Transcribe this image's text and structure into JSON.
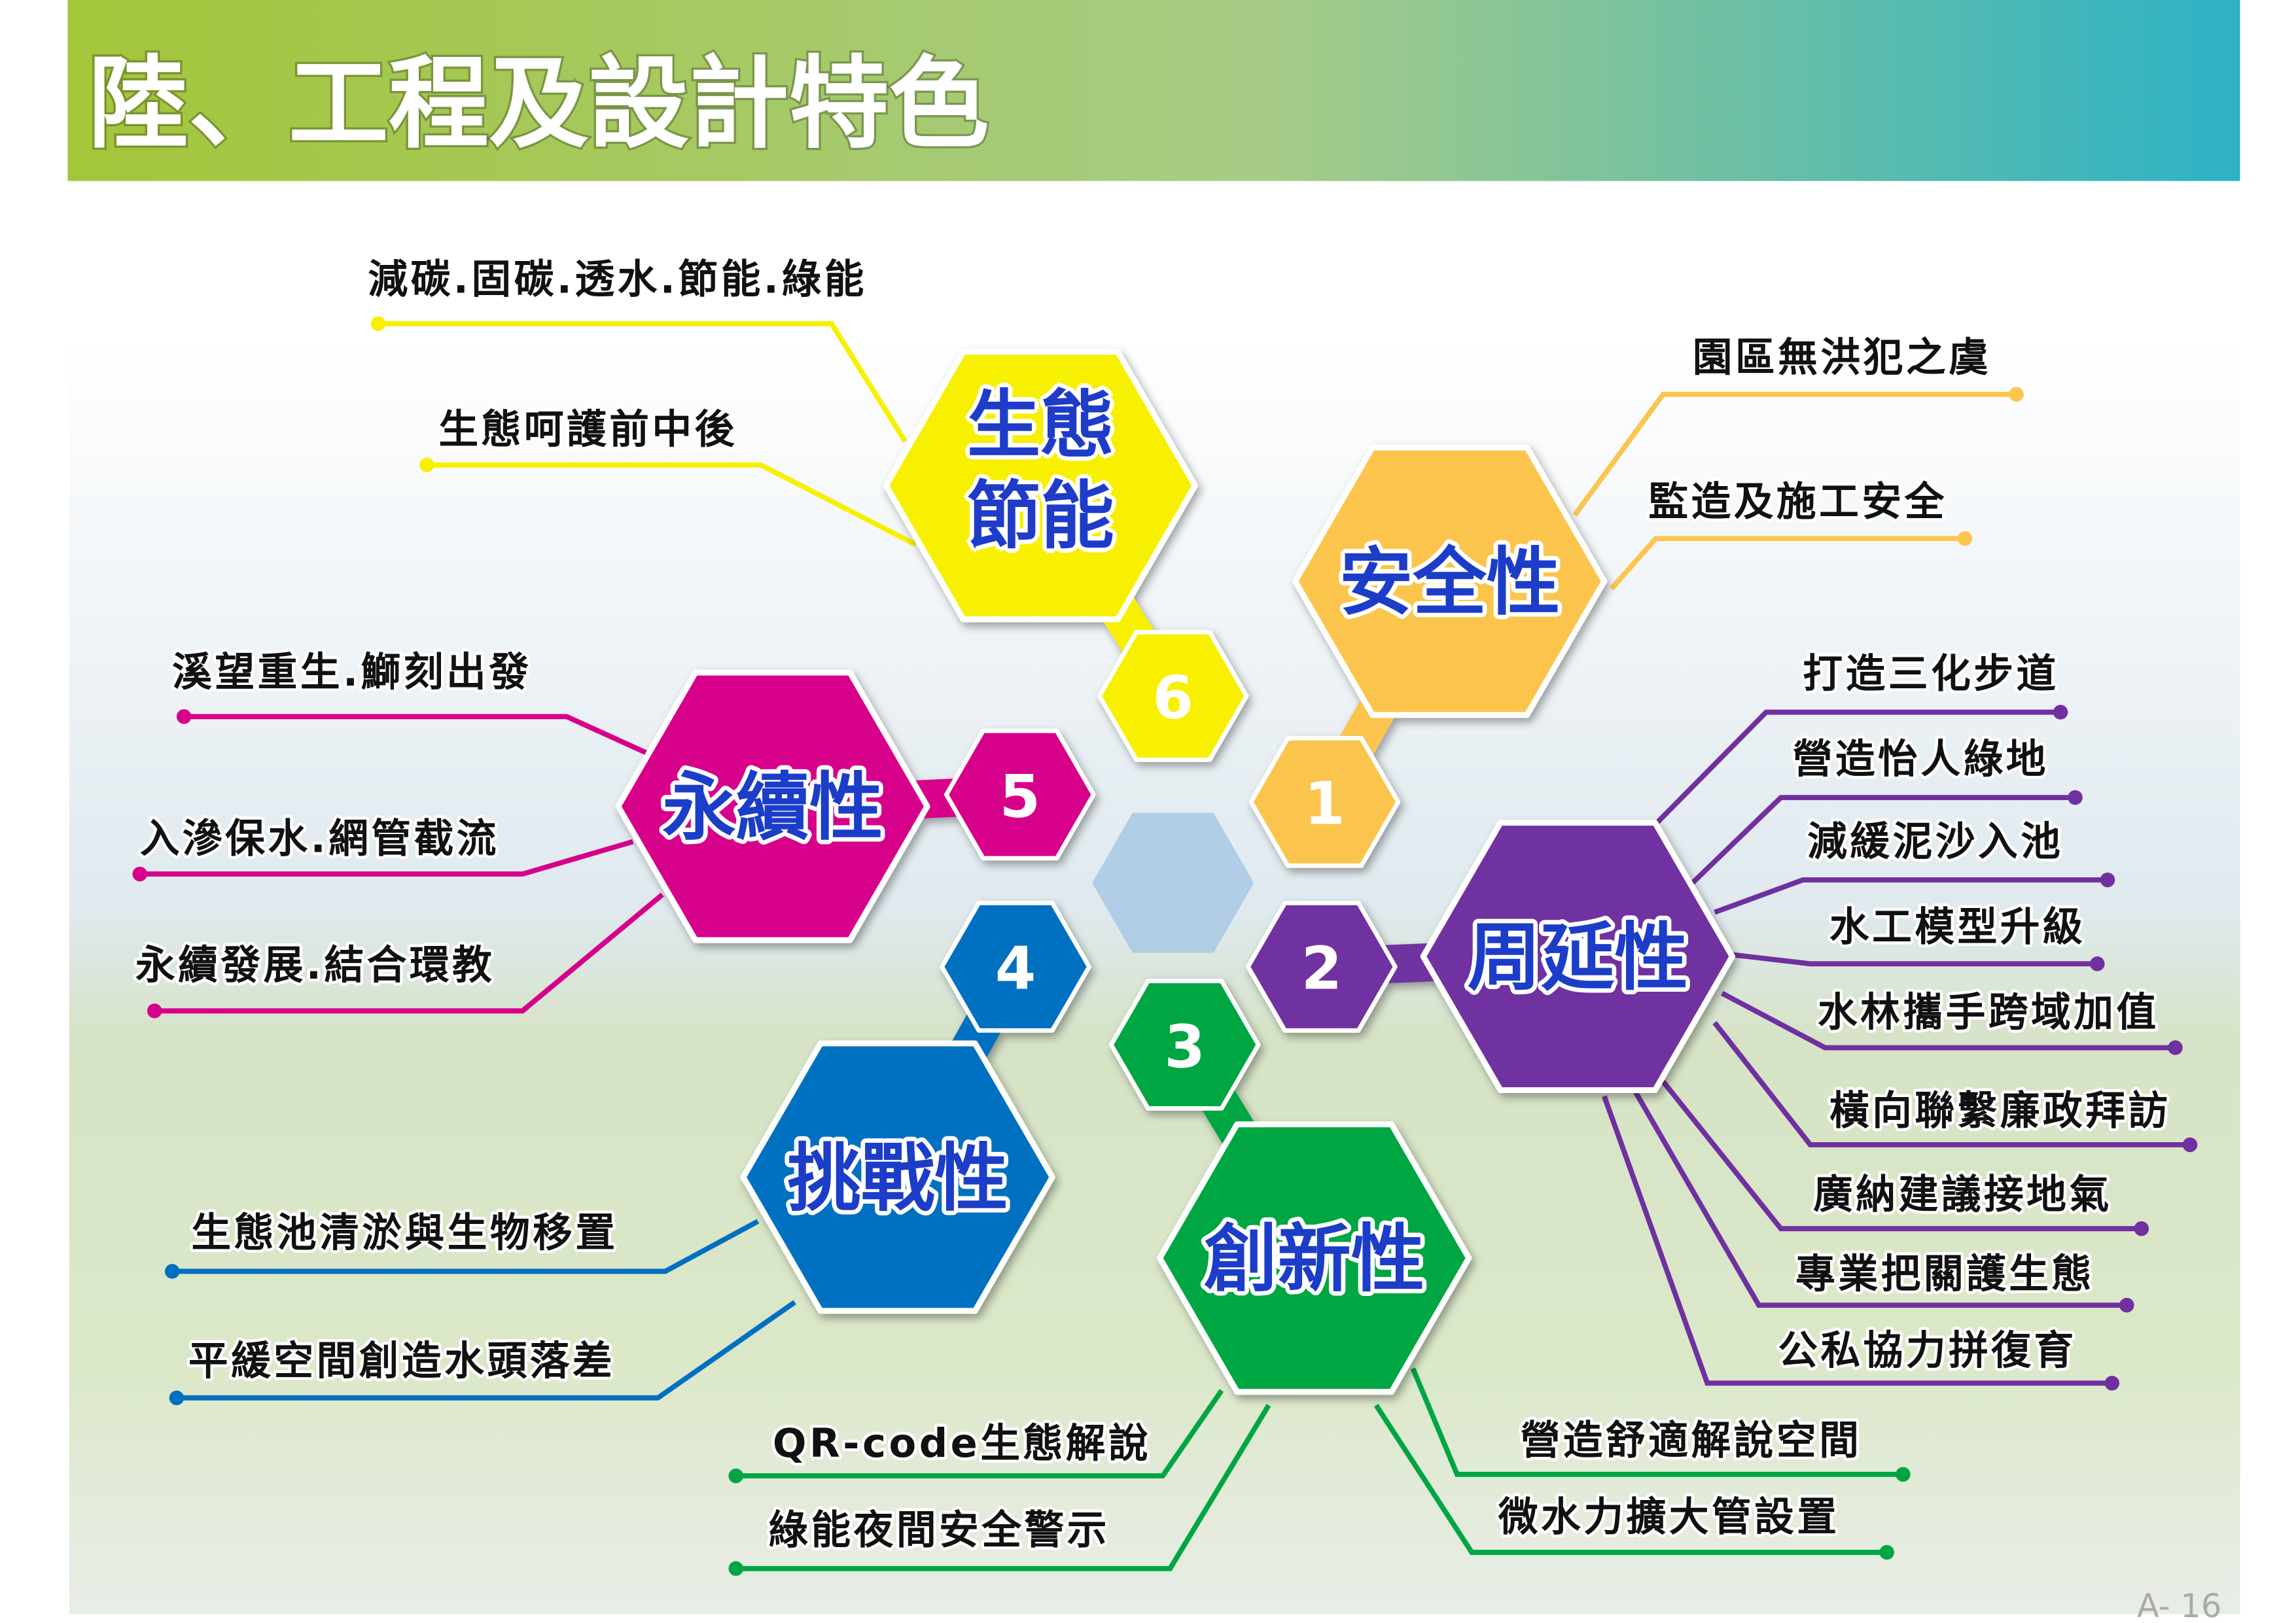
{
  "title": "陸、工程及設計特色",
  "page_number": "A- 16",
  "colors": {
    "header_start": "#a3c63a",
    "header_end": "#2db2c6",
    "center_hex": "#a9c8e4",
    "hub_text": "#1f3cc8"
  },
  "hubs": [
    {
      "number": "1",
      "label": "安全性",
      "color": "#fbc54e",
      "items": [
        "園區無洪犯之虞",
        "監造及施工安全"
      ]
    },
    {
      "number": "2",
      "label": "周延性",
      "color": "#7030a0",
      "items": [
        "打造三化步道",
        "營造怡人綠地",
        "減緩泥沙入池",
        "水工模型升級",
        "水林攜手跨域加值",
        "橫向聯繫廉政拜訪",
        "廣納建議接地氣",
        "專業把關護生態",
        "公私協力拼復育"
      ]
    },
    {
      "number": "3",
      "label": "創新性",
      "color": "#00a643",
      "items": [
        "QR-code生態解說",
        "綠能夜間安全警示",
        "營造舒適解說空間",
        "微水力擴大管設置"
      ]
    },
    {
      "number": "4",
      "label": "挑戰性",
      "color": "#0070c0",
      "items": [
        "生態池清淤與生物移置",
        "平緩空間創造水頭落差"
      ]
    },
    {
      "number": "5",
      "label": "永續性",
      "color": "#d6008a",
      "items": [
        "溪望重生.鰤刻出發",
        "入滲保水.網管截流",
        "永續發展.結合環教"
      ]
    },
    {
      "number": "6",
      "label": "生態節能",
      "label_lines": [
        "生態",
        "節能"
      ],
      "color": "#f7f000",
      "items": [
        "減碳.固碳.透水.節能.綠能",
        "生態呵護前中後"
      ]
    }
  ]
}
